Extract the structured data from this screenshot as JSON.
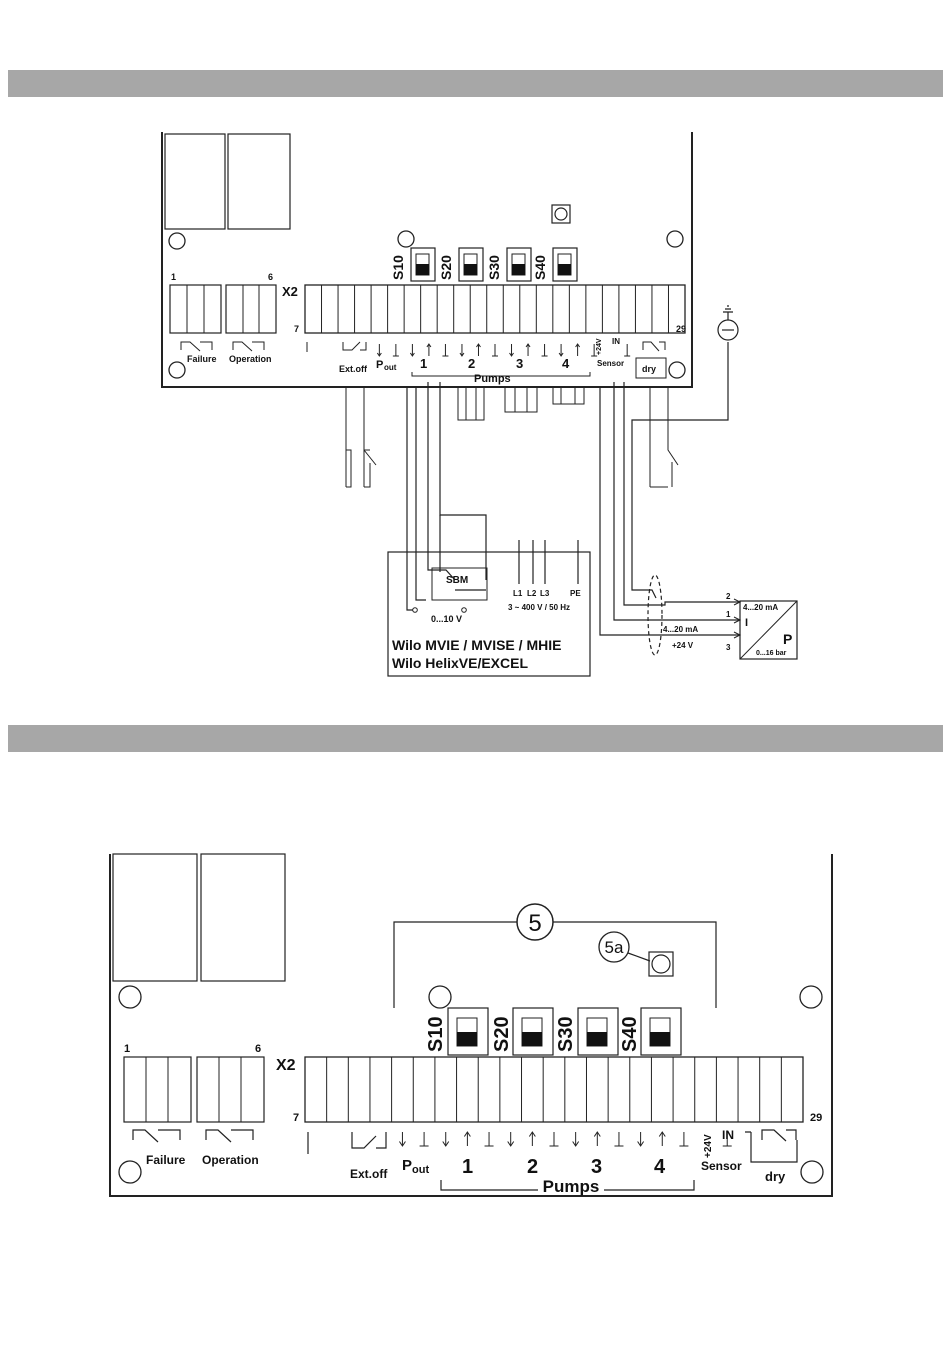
{
  "switches": [
    "S10",
    "S20",
    "S30",
    "S40"
  ],
  "terminal_block": {
    "label": "X2",
    "relay_first": "1",
    "relay_last": "6",
    "terminal_first": "7",
    "terminal_last": "29"
  },
  "labels": {
    "failure": "Failure",
    "operation": "Operation",
    "ext_off": "Ext.off",
    "p_out_main": "P",
    "p_out_sub": "out",
    "pumps": "Pumps",
    "pump_numbers": [
      "1",
      "2",
      "3",
      "4"
    ],
    "plus24v": "+24V",
    "in": "IN",
    "sensor": "Sensor",
    "dry": "dry"
  },
  "pump_unit": {
    "sbm": "SBM",
    "phases": [
      "L1",
      "L2",
      "L3",
      "PE"
    ],
    "supply": "3 ~ 400 V / 50 Hz",
    "signal": "0...10 V",
    "models_line1": "Wilo MVIE / MVISE / MHIE",
    "models_line2": "Wilo HelixVE/EXCEL"
  },
  "sensor_unit": {
    "pin2": "2",
    "pin1": "1",
    "pin3": "3",
    "range_top": "4...20 mA",
    "range_mid": "4...20 mA",
    "plus24v": "+24 V",
    "symbol_i": "I",
    "symbol_p": "P",
    "pressure_range": "0...16 bar"
  },
  "callouts": {
    "main": "5",
    "sub": "5a"
  }
}
